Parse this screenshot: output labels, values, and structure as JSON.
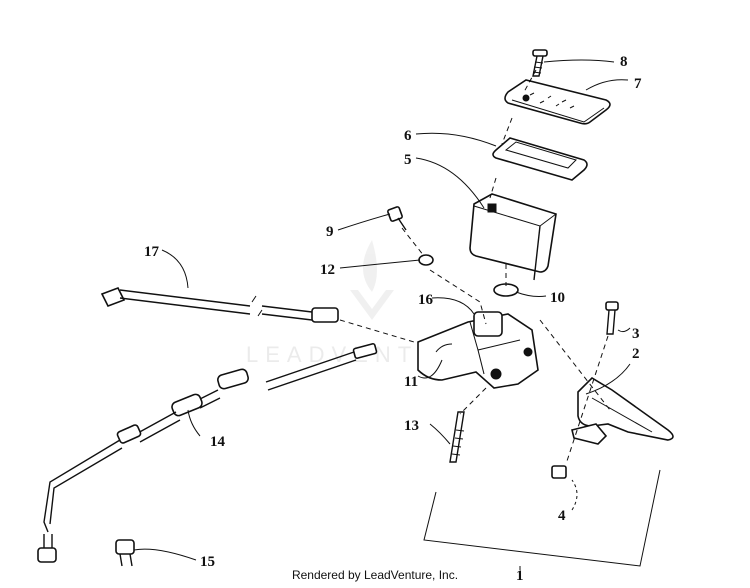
{
  "watermark": "LEADVENTURE",
  "footer": "Rendered by LeadVenture, Inc.",
  "callouts": {
    "c1": "1",
    "c2": "2",
    "c3": "3",
    "c4": "4",
    "c5": "5",
    "c6": "6",
    "c7": "7",
    "c8": "8",
    "c9": "9",
    "c10": "10",
    "c11": "11",
    "c12": "12",
    "c13": "13",
    "c14": "14",
    "c15": "15",
    "c16": "16",
    "c17": "17"
  }
}
